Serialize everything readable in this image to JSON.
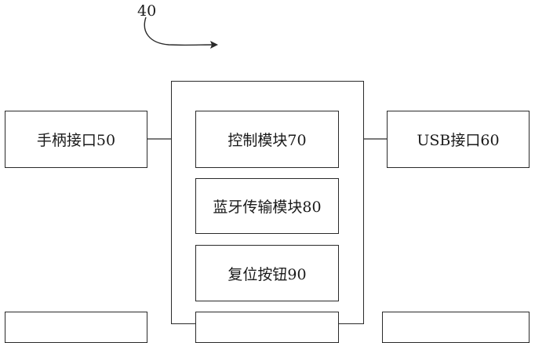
{
  "figure": {
    "reference_numeral": "40",
    "blocks": {
      "handle_interface": "手柄接口50",
      "control_module": "控制模块70",
      "usb_interface": "USB接口60",
      "bluetooth_module": "蓝牙传输模块80",
      "reset_button": "复位按钮90"
    }
  }
}
